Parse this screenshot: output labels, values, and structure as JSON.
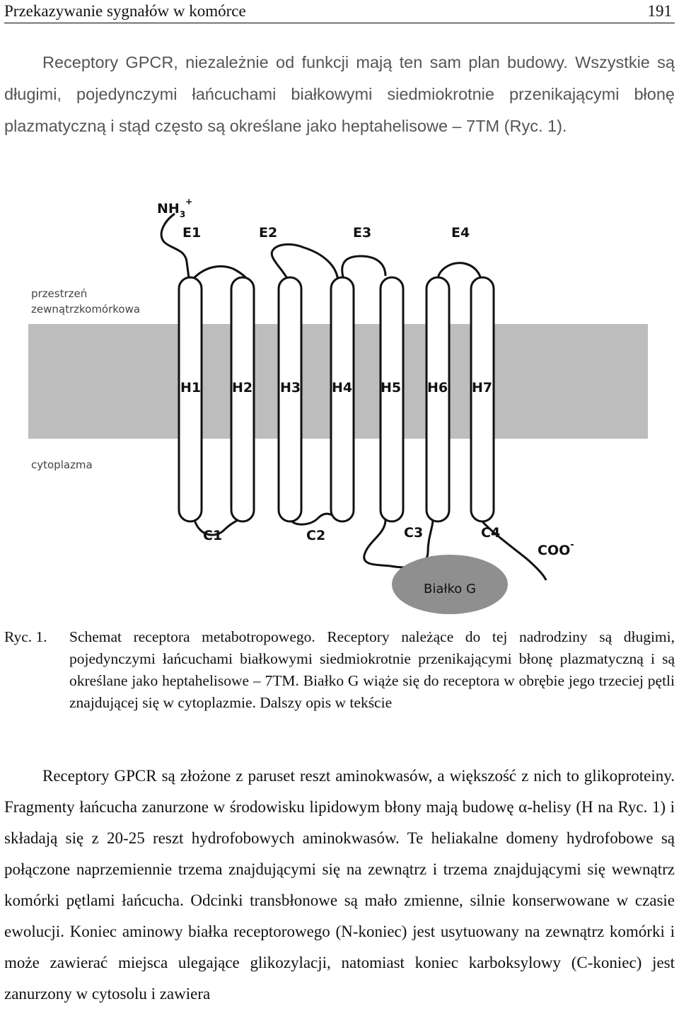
{
  "header": {
    "title": "Przekazywanie sygnałów w komórce",
    "page": "191"
  },
  "intro": "Receptory GPCR, niezależnie od funkcji mają ten sam plan budowy. Wszystkie są długimi, pojedynczymi łańcuchami białkowymi siedmiokrotnie przenikającymi błonę plazmatyczną i stąd często są określane jako heptahelisowe – 7TM (Ryc. 1).",
  "figure": {
    "nh3": "NH",
    "nh3_sub": "3",
    "nh3_sup": "+",
    "extracellular": [
      "przestrzeń",
      "zewnątrzkomórkowa"
    ],
    "cytoplasm": "cytoplazma",
    "extracellular_loops": [
      "E1",
      "E2",
      "E3",
      "E4"
    ],
    "helices": [
      "H1",
      "H2",
      "H3",
      "H4",
      "H5",
      "H6",
      "H7"
    ],
    "cytoplasmic_loops": [
      "C1",
      "C2",
      "C3",
      "C4"
    ],
    "coo": "COO",
    "coo_sup": "-",
    "g_protein": "Białko G"
  },
  "caption": {
    "label": "Ryc. 1.",
    "text": "Schemat receptora metabotropowego. Receptory należące do tej nadrodziny są długimi, pojedynczymi łańcuchami białkowymi siedmiokrotnie przenikającymi błonę plazmatyczną i są określane jako heptahelisowe – 7TM. Białko G wiąże się do receptora w obrębie jego trzeciej pętli znajdującej się w cytoplazmie. Dalszy opis w tekście"
  },
  "body": "Receptory GPCR są złożone z paruset reszt aminokwasów, a większość z nich to glikoproteiny. Fragmenty łańcucha zanurzone w środowisku lipidowym błony mają budowę α-helisy (H na Ryc. 1) i składają się z 20-25 reszt hydrofobowych aminokwasów. Te heliakalne domeny hydrofobowe są połączone naprzemiennie trzema znajdującymi się na zewnątrz i trzema znajdującymi się wewnątrz komórki pętlami łańcucha. Odcinki transbłonowe są mało zmienne, silnie konserwowane w czasie ewolucji. Koniec aminowy białka receptorowego (N-koniec) jest usytuowany na zewnątrz komórki i może zawierać miejsca ulegające glikozylacji, natomiast koniec karboksylowy (C-koniec) jest zanurzony w cytosolu i zawiera"
}
